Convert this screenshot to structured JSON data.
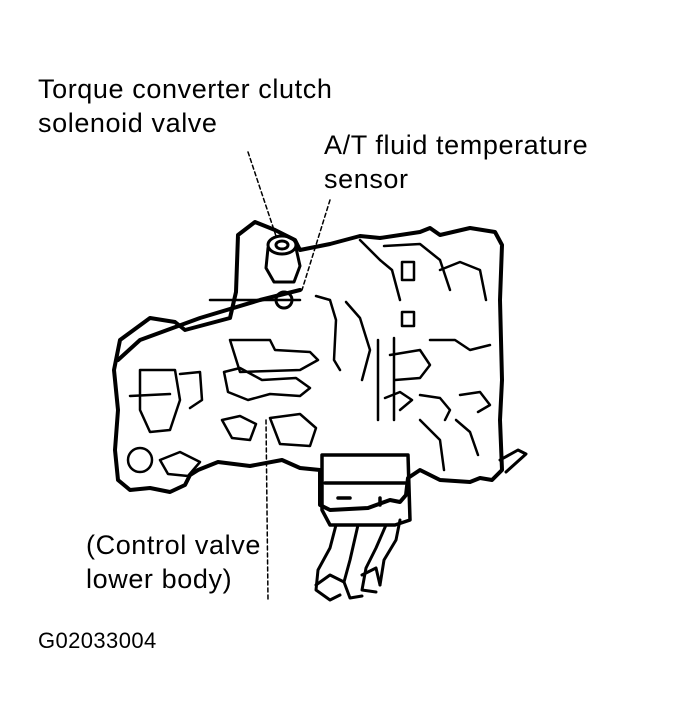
{
  "diagram": {
    "callouts": {
      "tcc_solenoid": {
        "line1": "Torque converter clutch",
        "line2": "solenoid valve"
      },
      "fluid_temp_sensor": {
        "line1": "A/T fluid temperature",
        "line2": "sensor"
      },
      "lower_body": {
        "line1": "(Control valve",
        "line2": "lower body)"
      }
    },
    "figure_code": "G02033004",
    "colors": {
      "ink": "#000000",
      "paper": "#ffffff"
    }
  }
}
